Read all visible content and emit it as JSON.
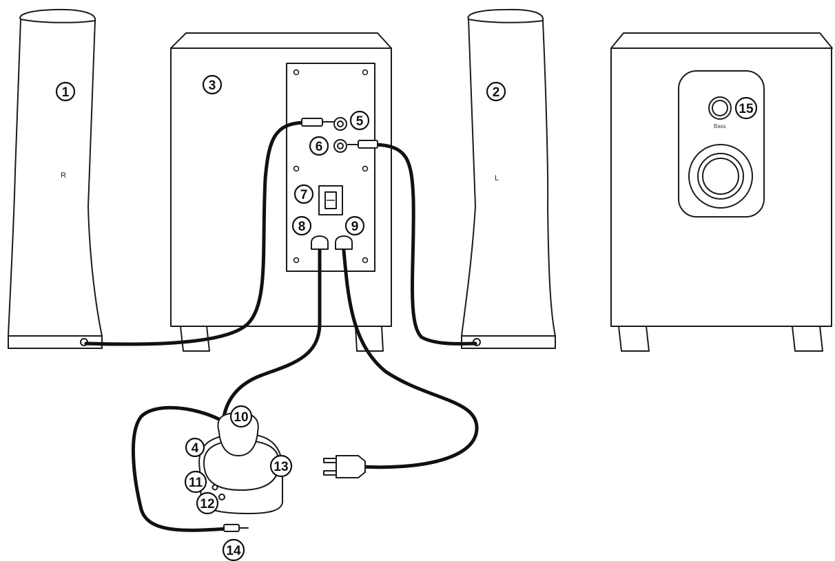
{
  "speaker_marks": {
    "right": "R",
    "left": "L"
  },
  "bass_knob_label": "Bass",
  "callouts": [
    "1",
    "2",
    "3",
    "4",
    "5",
    "6",
    "7",
    "8",
    "9",
    "10",
    "11",
    "12",
    "13",
    "14",
    "15"
  ]
}
